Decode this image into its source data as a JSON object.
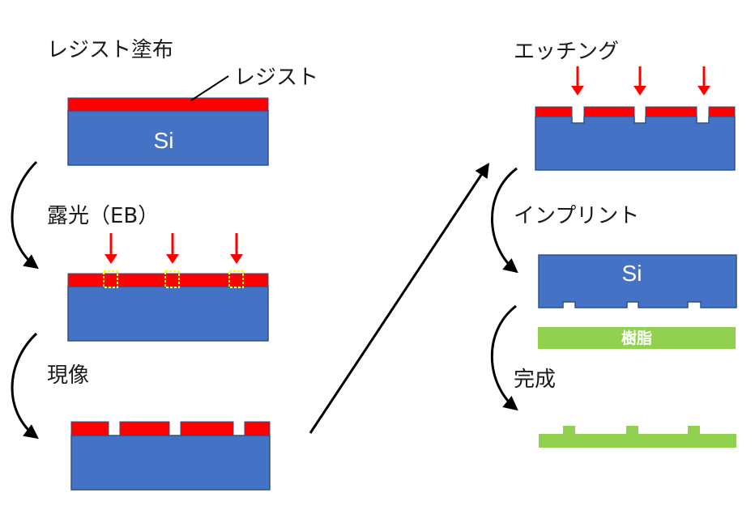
{
  "steps": {
    "resist_coat": "レジスト塗布",
    "resist_label": "レジスト",
    "exposure": "露光（EB）",
    "develop": "現像",
    "etching": "エッチング",
    "imprint": "インプリント",
    "complete": "完成"
  },
  "materials": {
    "silicon": "Si",
    "resin": "樹脂"
  },
  "colors": {
    "silicon": "#4472c4",
    "silicon_border": "#2f528f",
    "resist": "#ff0000",
    "resin": "#92d050",
    "exposure_marker": "#ffff00",
    "arrow": "#000000"
  }
}
